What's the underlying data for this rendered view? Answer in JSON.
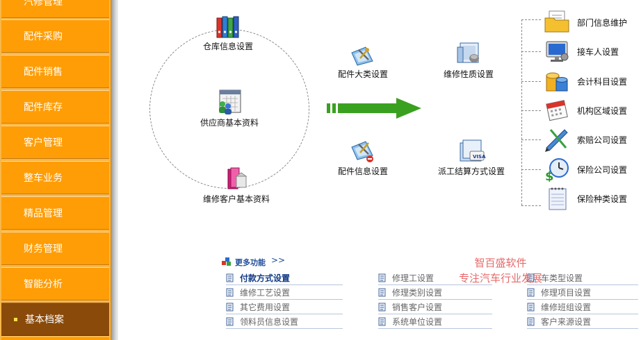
{
  "sidebar": {
    "items": [
      {
        "label": "汽修管理"
      },
      {
        "label": "配件采购"
      },
      {
        "label": "配件销售"
      },
      {
        "label": "配件库存"
      },
      {
        "label": "客户管理"
      },
      {
        "label": "整车业务"
      },
      {
        "label": "精品管理"
      },
      {
        "label": "财务管理"
      },
      {
        "label": "智能分析"
      },
      {
        "label": "基本档案",
        "active": true
      }
    ]
  },
  "diagram": {
    "circle_nodes": [
      {
        "label": "仓库信息设置",
        "icon": "binders-icon"
      },
      {
        "label": "供应商基本资料",
        "icon": "calendar-people-icon"
      },
      {
        "label": "维修客户基本资料",
        "icon": "folder-pink-icon"
      }
    ],
    "middle_nodes": [
      {
        "label": "配件大类设置",
        "icon": "tools-folder-icon"
      },
      {
        "label": "配件信息设置",
        "icon": "tools-folder-icon"
      },
      {
        "label": "维修性质设置",
        "icon": "glass-folder-icon"
      },
      {
        "label": "派工结算方式设置",
        "icon": "card-folder-icon"
      }
    ],
    "right_nodes": [
      {
        "label": "部门信息维护",
        "icon": "folder-doc-icon"
      },
      {
        "label": "接车人设置",
        "icon": "monitor-icon"
      },
      {
        "label": "会计科目设置",
        "icon": "database-icon"
      },
      {
        "label": "机构区域设置",
        "icon": "calendar-icon"
      },
      {
        "label": "索赔公司设置",
        "icon": "pen-icon"
      },
      {
        "label": "保险公司设置",
        "icon": "money-clock-icon"
      },
      {
        "label": "保险种类设置",
        "icon": "notepad-icon"
      }
    ]
  },
  "more": {
    "title": "更多功能",
    "arrows": ">>",
    "links": [
      {
        "label": "付款方式设置",
        "bold": true
      },
      {
        "label": "维修工艺设置"
      },
      {
        "label": "其它费用设置"
      },
      {
        "label": "领料员信息设置"
      },
      {
        "label": "修理工设置"
      },
      {
        "label": "修理类别设置"
      },
      {
        "label": "销售客户设置"
      },
      {
        "label": "系统单位设置"
      },
      {
        "label": "车类型设置"
      },
      {
        "label": "修理项目设置"
      },
      {
        "label": "维修班组设置"
      },
      {
        "label": "客户来源设置"
      }
    ]
  },
  "watermark": {
    "line1": "智百盛软件",
    "line2": "专注汽车行业发展"
  }
}
